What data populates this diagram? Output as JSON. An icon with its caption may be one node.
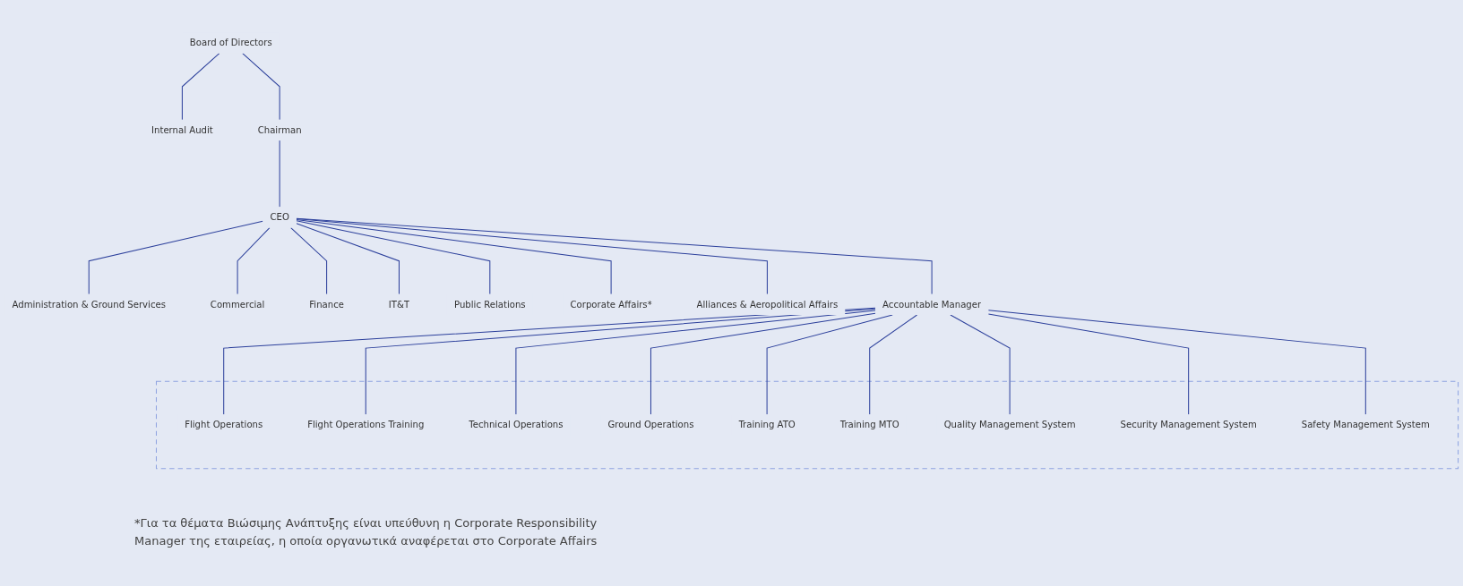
{
  "diagram": {
    "nodes": [
      {
        "text": [
          "Board of Directors"
        ]
      },
      {
        "text": [
          "Internal Audit"
        ]
      },
      {
        "text": [
          "Chairman"
        ]
      },
      {
        "text": [
          "CEO"
        ]
      },
      {
        "text": [
          "Administration & Ground Services"
        ]
      },
      {
        "text": [
          "Commercial"
        ]
      },
      {
        "text": [
          "Finance"
        ]
      },
      {
        "text": [
          "IT&T"
        ]
      },
      {
        "text": [
          "Public Relations"
        ]
      },
      {
        "text": [
          "Corporate Affairs*"
        ]
      },
      {
        "text": [
          "Alliances & Aeropolitical Affairs"
        ]
      },
      {
        "text": [
          "Accountable Manager"
        ]
      },
      {
        "text": [],
        "shape": "box"
      },
      {
        "text": [
          "Flight Operations"
        ],
        "in": 12
      },
      {
        "text": [
          "Flight Operations Training"
        ],
        "in": 12
      },
      {
        "text": [
          "Technical Operations"
        ],
        "in": 12
      },
      {
        "text": [
          "Ground Operations"
        ],
        "in": 12
      },
      {
        "text": [
          "Training ATO"
        ],
        "in": 12
      },
      {
        "text": [
          "Training MTO"
        ],
        "in": 12
      },
      {
        "text": [
          "Quality Management System"
        ],
        "in": 12
      },
      {
        "text": [
          "Security Management System"
        ],
        "in": 12
      },
      {
        "text": [
          "Safety Management System"
        ],
        "in": 12
      }
    ],
    "edges": [
      {
        "from": 0,
        "to": 2,
        "arrow": "none"
      },
      {
        "from": 0,
        "to": 1,
        "arrow": "none"
      },
      {
        "from": 2,
        "to": 3,
        "arrow": "none"
      },
      {
        "from": 3,
        "to": 4,
        "arrow": "none"
      },
      {
        "from": 3,
        "to": 5,
        "arrow": "none"
      },
      {
        "from": 3,
        "to": 6,
        "arrow": "none"
      },
      {
        "from": 3,
        "to": 7,
        "arrow": "none"
      },
      {
        "from": 3,
        "to": 8,
        "arrow": "none"
      },
      {
        "from": 3,
        "to": 9,
        "arrow": "none"
      },
      {
        "from": 3,
        "to": 10,
        "arrow": "none"
      },
      {
        "from": 3,
        "to": 11,
        "arrow": "none"
      },
      {
        "from": 11,
        "to": 13,
        "arrow": "none"
      },
      {
        "from": 11,
        "to": 14,
        "arrow": "none"
      },
      {
        "from": 11,
        "to": 15,
        "arrow": "none"
      },
      {
        "from": 11,
        "to": 16,
        "arrow": "none"
      },
      {
        "from": 11,
        "to": 17,
        "arrow": "none"
      },
      {
        "from": 11,
        "to": 18,
        "arrow": "none"
      },
      {
        "from": 11,
        "to": 19,
        "arrow": "none"
      },
      {
        "from": 11,
        "to": 20,
        "arrow": "none"
      },
      {
        "from": 11,
        "to": 21,
        "arrow": "none"
      }
    ],
    "labels": [
      "*Για τα θέματα Βιώσιμης Ανάπτυξης είναι υπεύθυνη η Corporate Responsibility Manager της εταιρείας, η οποία οργανωτικά αναφέρεται στο Corporate Affairs"
    ]
  }
}
